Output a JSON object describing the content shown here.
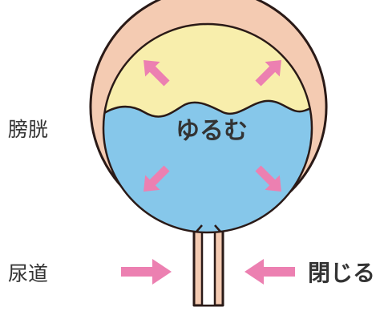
{
  "labels": {
    "bladder": "膀胱",
    "urethra": "尿道",
    "relax": "ゆるむ",
    "close": "閉じる"
  },
  "colors": {
    "wall_fill": "#f4cbb2",
    "outline": "#2a1a17",
    "empty_space": "#f8eeac",
    "urine": "#86c7ea",
    "arrow": "#ec80b1"
  }
}
